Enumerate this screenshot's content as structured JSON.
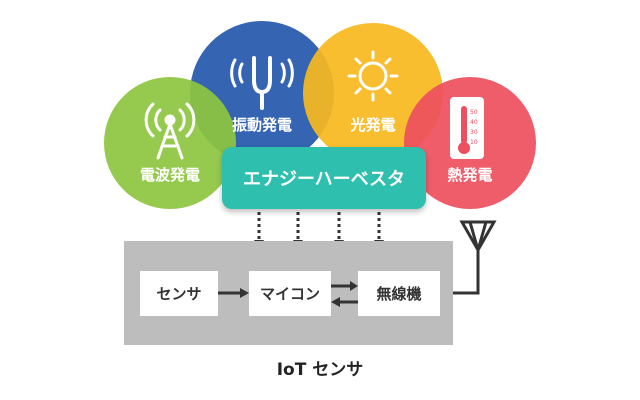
{
  "sources": {
    "radio": {
      "label": "電波発電",
      "color": "#8dc63f",
      "icon": "antenna-icon"
    },
    "vibration": {
      "label": "振動発電",
      "color": "#2d5fb0",
      "icon": "tuning-fork-icon"
    },
    "light": {
      "label": "光発電",
      "color": "#f7b81e",
      "icon": "sun-icon"
    },
    "heat": {
      "label": "熱発電",
      "color": "#ee4f5e",
      "icon": "thermometer-icon"
    }
  },
  "harvester": {
    "label": "エナジーハーベスタ",
    "color": "#2fbfaf"
  },
  "sensor_board": {
    "sensor_label": "センサ",
    "mcu_label": "マイコン",
    "radio_label": "無線機",
    "caption": "IoT センサ"
  },
  "thermometer_scale": [
    "50",
    "40",
    "30",
    "10"
  ]
}
